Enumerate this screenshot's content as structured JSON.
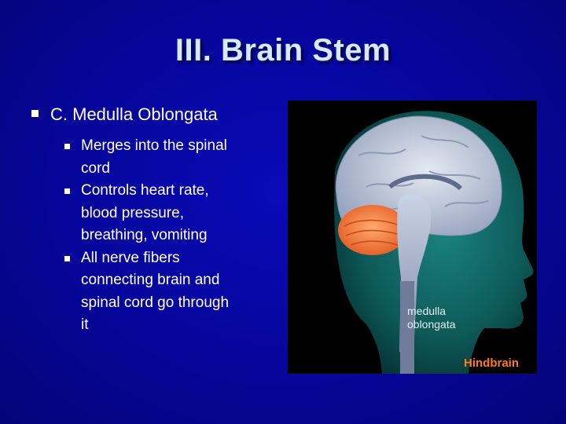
{
  "slide": {
    "title": "III.  Brain Stem",
    "main_bullet": "C.  Medulla Oblongata",
    "sub_bullets": [
      [
        "Merges into the spinal",
        "cord"
      ],
      [
        "Controls heart rate,",
        "blood pressure,",
        "breathing, vomiting"
      ],
      [
        "All nerve fibers",
        "connecting brain and",
        "spinal cord go through",
        "it"
      ]
    ]
  },
  "figure": {
    "label_medulla_line1": "medulla",
    "label_medulla_line2": "oblongata",
    "label_region": "Hindbrain"
  },
  "colors": {
    "background": "#06069a",
    "title": "#d6e9ff",
    "text": "#ffffff",
    "hindbrain": "#ff7a1a",
    "head": "#0f6a6a",
    "cerebrum": "#bcc4d6",
    "cerebellum": "#f47a3c"
  }
}
